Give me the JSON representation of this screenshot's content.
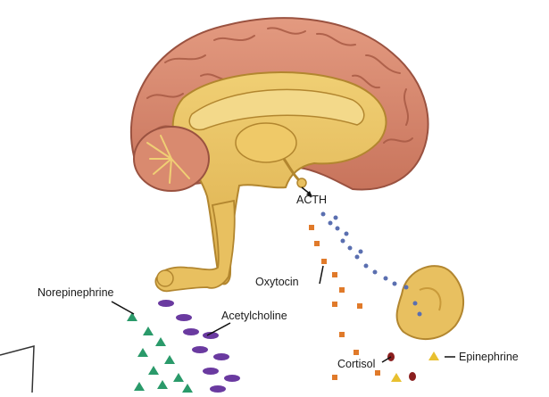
{
  "labels": {
    "acth": "ACTH",
    "oxytocin": "Oxytocin",
    "norepinephrine": "Norepinephrine",
    "acetylcholine": "Acetylcholine",
    "cortisol": "Cortisol",
    "epinephrine": "Epinephrine"
  },
  "colors": {
    "cortex": "#d98a6f",
    "cortex_dark": "#b0604a",
    "inner": "#e8c060",
    "inner_dark": "#c99a3a",
    "acth_dots": "#5a6fb0",
    "oxytocin_squares": "#e07a2a",
    "norepinephrine_triangles": "#2a9a6a",
    "acetylcholine_ovals": "#6a3aa0",
    "cortisol_dots": "#8a1e1e",
    "epinephrine_triangles": "#e8c030",
    "adrenal_gland": "#e8c060"
  }
}
